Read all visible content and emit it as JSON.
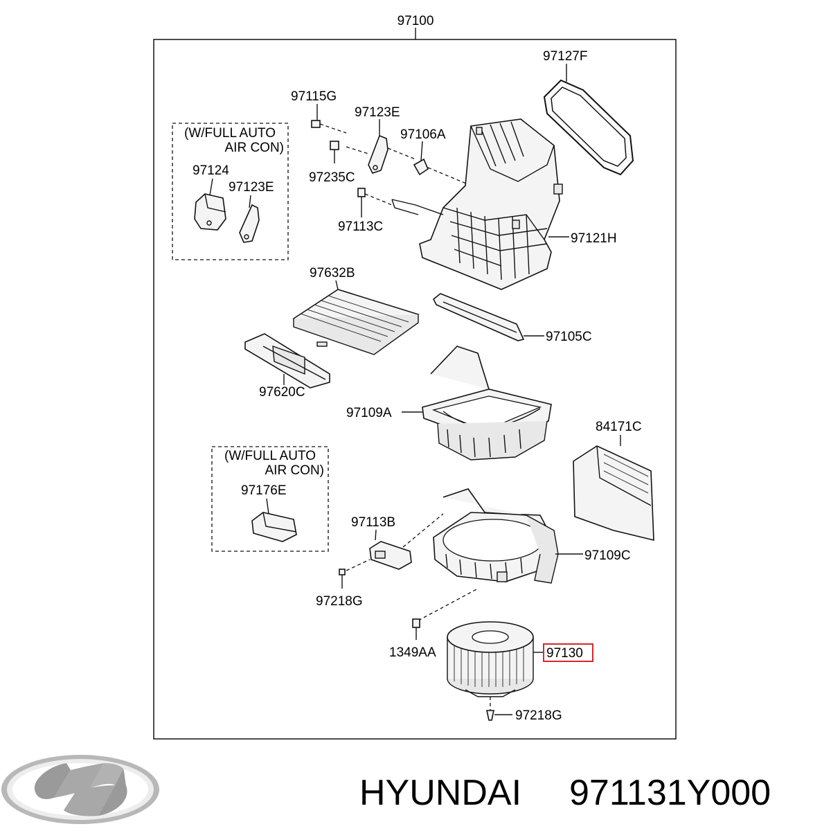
{
  "diagram": {
    "assembly_label": "97100",
    "parts": {
      "p97127F": "97127F",
      "p97115G": "97115G",
      "p97123E_top": "97123E",
      "p97106A": "97106A",
      "p97235C": "97235C",
      "p97113C": "97113C",
      "p97121H": "97121H",
      "p97124": "97124",
      "p97123E_left": "97123E",
      "p97632B": "97632B",
      "p97105C": "97105C",
      "p97620C": "97620C",
      "p97109A": "97109A",
      "p84171C": "84171C",
      "p97176E": "97176E",
      "p97113B": "97113B",
      "p97109C": "97109C",
      "p97218G_left": "97218G",
      "p1349AA": "1349AA",
      "p97130": "97130",
      "p97218G_bottom": "97218G"
    },
    "notes": {
      "box1_line1": "(W/FULL AUTO",
      "box1_line2": "AIR CON)",
      "box2_line1": "(W/FULL AUTO",
      "box2_line2": "AIR CON)"
    },
    "highlight_color": "#d9262c"
  },
  "footer": {
    "brand": "HYUNDAI",
    "part_number": "971131Y000"
  }
}
